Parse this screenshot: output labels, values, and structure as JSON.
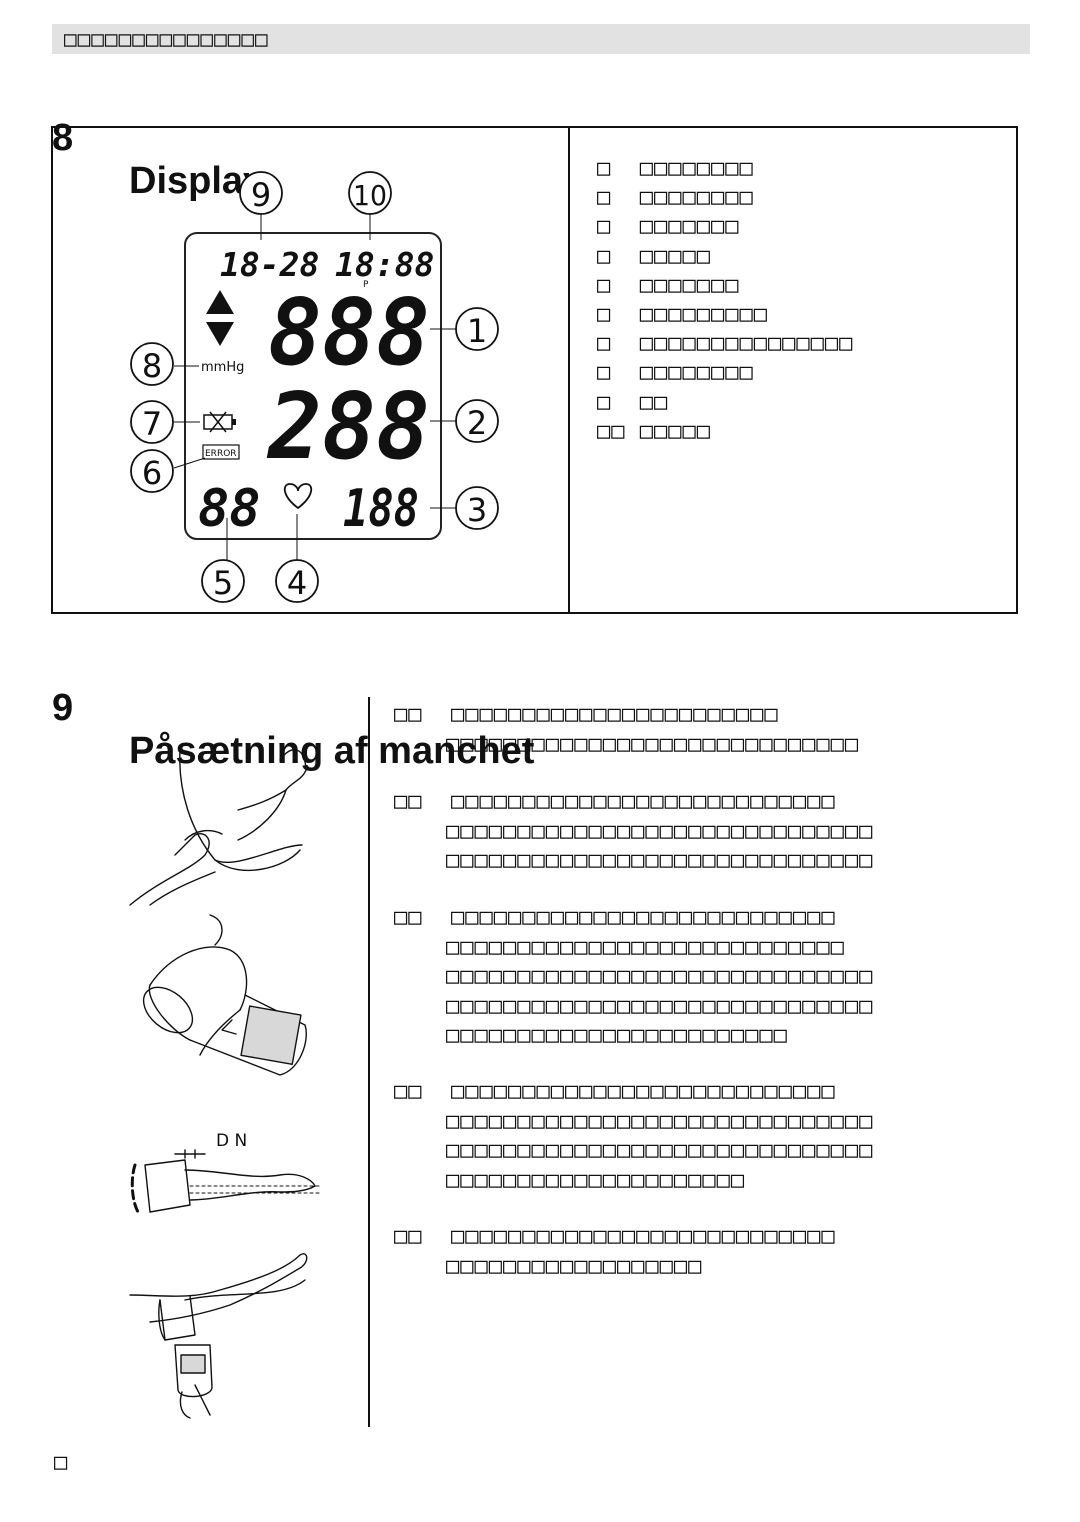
{
  "header": {
    "text": "□□□□□□□□□□□□□□□"
  },
  "sections": [
    {
      "number": "8",
      "title": "Display"
    },
    {
      "number": "9",
      "title": "Påsætning af manchet"
    }
  ],
  "display": {
    "lcd": {
      "date": "18-28",
      "time": "18:88",
      "p_indicator": "P",
      "systolic": "888",
      "diastolic": "288",
      "memory": "88",
      "pulse": "188",
      "unit": "mmHg",
      "error_label": "ERROR"
    },
    "callouts": [
      "1",
      "2",
      "3",
      "4",
      "5",
      "6",
      "7",
      "8",
      "9",
      "10"
    ],
    "legend": [
      "□  □□□□□□□□",
      "□  □□□□□□□□",
      "□  □□□□□□□",
      "□  □□□□□",
      "□  □□□□□□□",
      "□  □□□□□□□□□",
      "□  □□□□□□□□□□□□□□□",
      "□  □□□□□□□□",
      "□  □□",
      "□□ □□□□□"
    ]
  },
  "cuff_steps": [
    {
      "lines": [
        "□□  □□□□□□□□□□□□□□□□□□□□□□□",
        "□□□□□□□□□□□□□□□□□□□□□□□□□□□□□"
      ]
    },
    {
      "lines": [
        "□□  □□□□□□□□□□□□□□□□□□□□□□□□□□□",
        "□□□□□□□□□□□□□□□□□□□□□□□□□□□□□□",
        "□□□□□□□□□□□□□□□□□□□□□□□□□□□□□□"
      ]
    },
    {
      "lines": [
        "□□  □□□□□□□□□□□□□□□□□□□□□□□□□□□",
        "□□□□□□□□□□□□□□□□□□□□□□□□□□□□",
        "□□□□□□□□□□□□□□□□□□□□□□□□□□□□□□",
        "□□□□□□□□□□□□□□□□□□□□□□□□□□□□□□",
        "□□□□□□□□□□□□□□□□□□□□□□□□"
      ]
    },
    {
      "lines": [
        "□□  □□□□□□□□□□□□□□□□□□□□□□□□□□□",
        "□□□□□□□□□□□□□□□□□□□□□□□□□□□□□□",
        "□□□□□□□□□□□□□□□□□□□□□□□□□□□□□□",
        "□□□□□□□□□□□□□□□□□□□□□"
      ]
    },
    {
      "lines": [
        "□□  □□□□□□□□□□□□□□□□□□□□□□□□□□□",
        "□□□□□□□□□□□□□□□□□□"
      ]
    }
  ],
  "illustrations": {
    "dn_label": "D N"
  },
  "page_number": "□"
}
